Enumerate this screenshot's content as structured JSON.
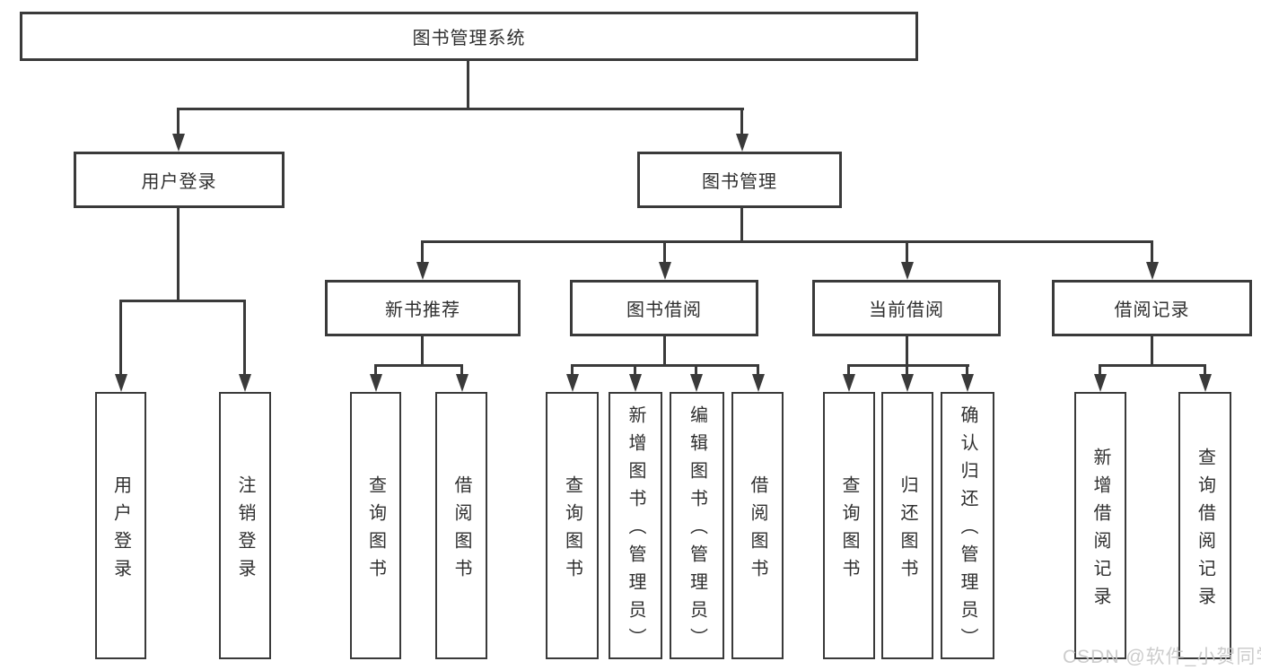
{
  "diagram": {
    "title": "图书管理系统",
    "level2": {
      "user_login": "用户登录",
      "book_mgmt": "图书管理"
    },
    "level3": {
      "new_book_rec": "新书推荐",
      "book_borrow": "图书借阅",
      "current_borrow": "当前借阅",
      "borrow_records": "借阅记录"
    },
    "leaves": {
      "user_login": "用户登录",
      "logout": "注销登录",
      "rec_query_book": "查询图书",
      "rec_borrow_book": "借阅图书",
      "bb_query_book": "查询图书",
      "bb_add_book": "新增图书（管理员）",
      "bb_edit_book": "编辑图书（管理员）",
      "bb_borrow_book": "借阅图书",
      "cb_query_book": "查询图书",
      "cb_return_book": "归还图书",
      "cb_confirm_return": "确认归还（管理员）",
      "br_add_record": "新增借阅记录",
      "br_query_record": "查询借阅记录"
    },
    "colors": {
      "line": "#3a3a3a",
      "text": "#2f2f2f",
      "background": "#ffffff",
      "watermark": "#c6c6c6"
    },
    "watermark": "CSDN @软件_小贺同学"
  }
}
